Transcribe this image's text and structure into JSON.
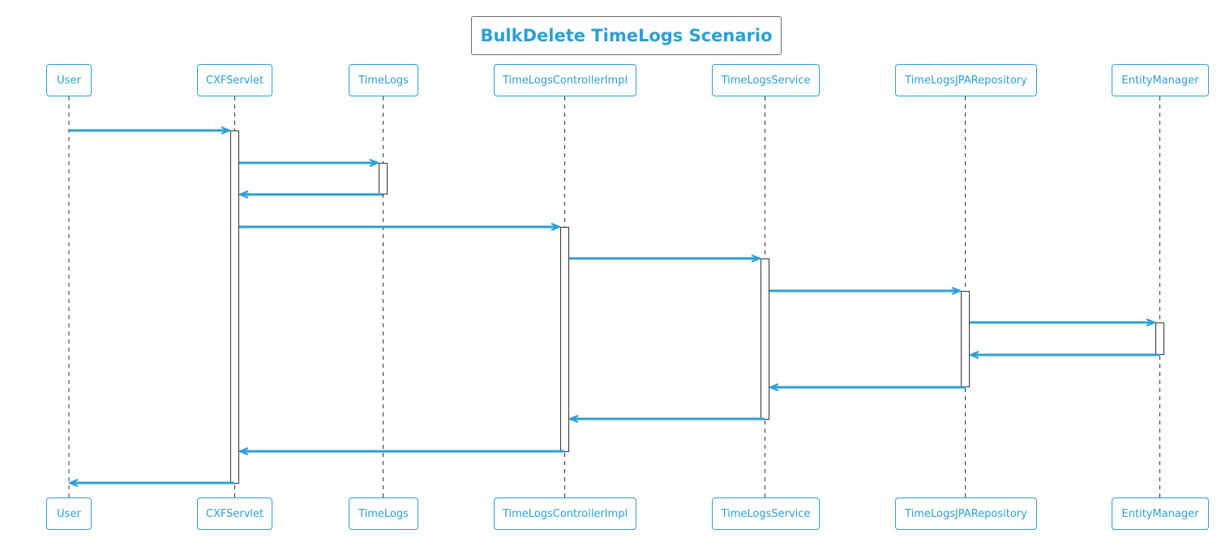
{
  "diagram": {
    "title": "BulkDelete TimeLogs Scenario",
    "accent_color": "#2b9fd6",
    "participants": [
      {
        "id": "user",
        "label": "User"
      },
      {
        "id": "cxf",
        "label": "CXFServlet"
      },
      {
        "id": "timelogs",
        "label": "TimeLogs"
      },
      {
        "id": "controller",
        "label": "TimeLogsControllerImpl"
      },
      {
        "id": "service",
        "label": "TimeLogsService"
      },
      {
        "id": "repo",
        "label": "TimeLogsJPARepository"
      },
      {
        "id": "em",
        "label": "EntityManager"
      }
    ],
    "messages": [
      {
        "from": "user",
        "to": "cxf"
      },
      {
        "from": "cxf",
        "to": "timelogs"
      },
      {
        "from": "timelogs",
        "to": "cxf"
      },
      {
        "from": "cxf",
        "to": "controller"
      },
      {
        "from": "controller",
        "to": "service"
      },
      {
        "from": "service",
        "to": "repo"
      },
      {
        "from": "repo",
        "to": "em"
      },
      {
        "from": "em",
        "to": "repo"
      },
      {
        "from": "repo",
        "to": "service"
      },
      {
        "from": "service",
        "to": "controller"
      },
      {
        "from": "controller",
        "to": "cxf"
      },
      {
        "from": "cxf",
        "to": "user"
      }
    ]
  }
}
